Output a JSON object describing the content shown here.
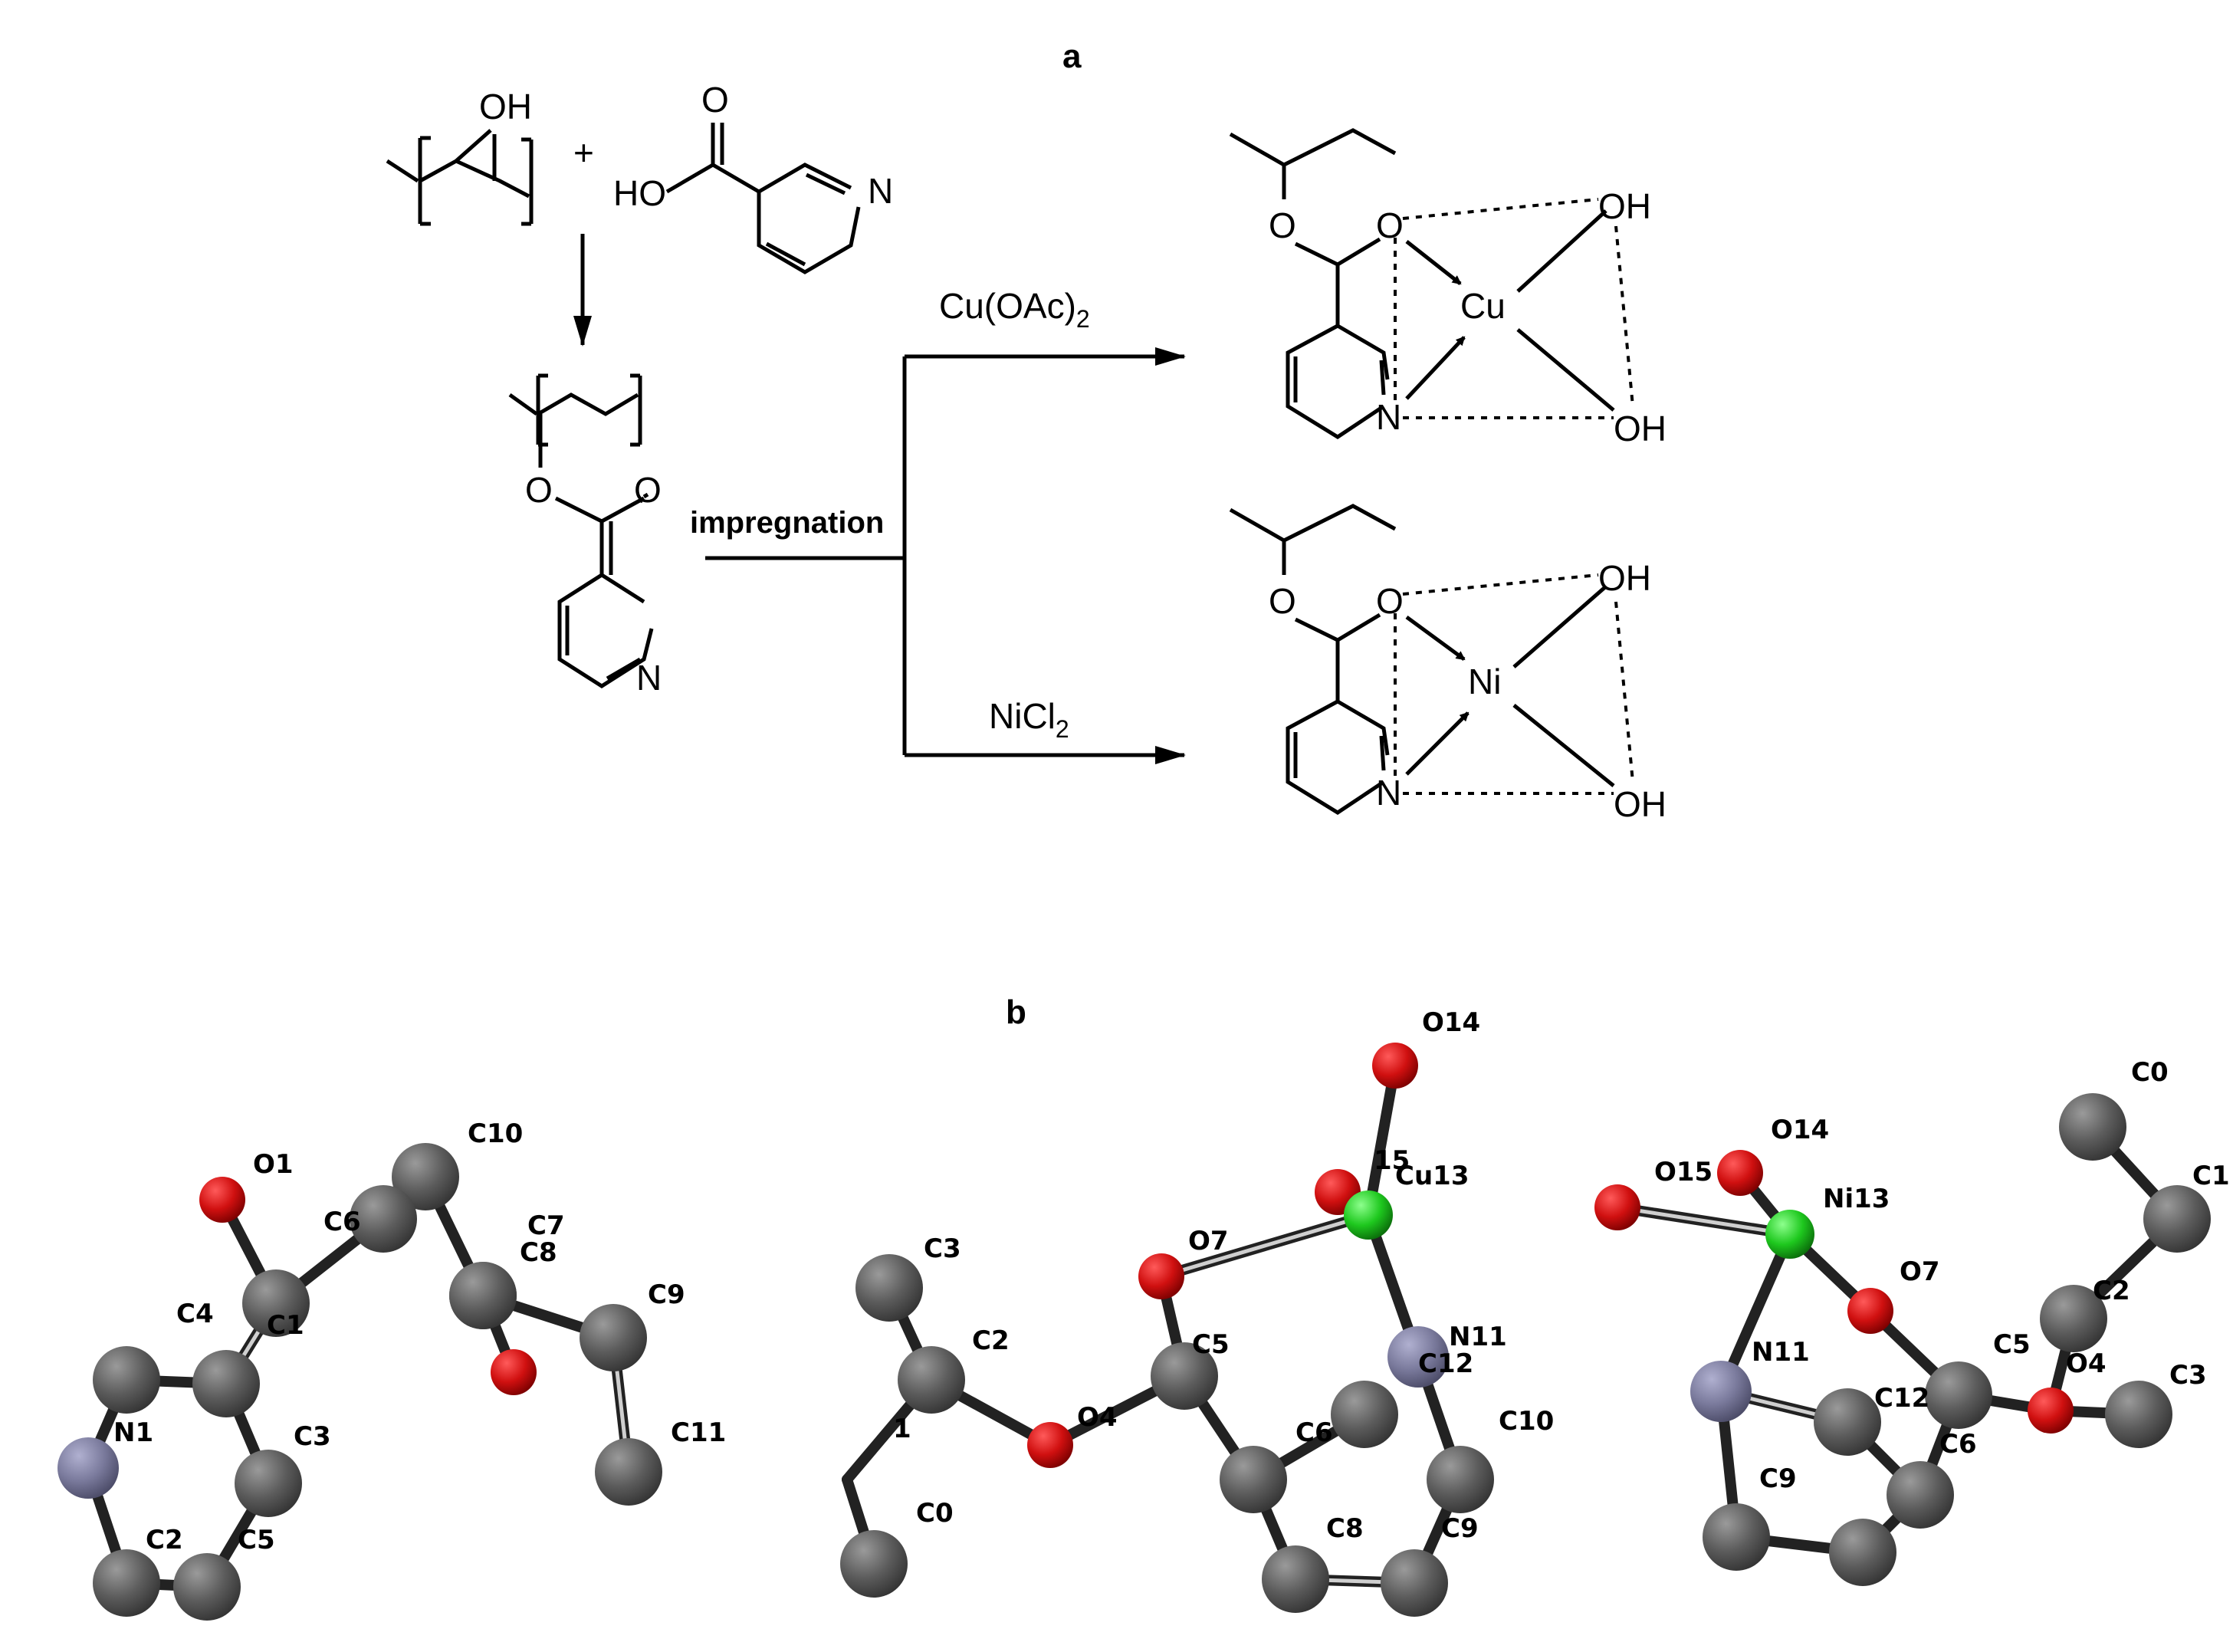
{
  "panel_a": {
    "label": "a",
    "pva_oh": "OH",
    "plus": "+",
    "acid_ho": "HO",
    "acid_o": "O",
    "acid_n": "N",
    "ester_o_link": "O",
    "ester_o_carbonyl": "O",
    "ester_n": "N",
    "impregnation": "impregnation",
    "reagent_cu": "Cu(OAc)2",
    "reagent_cu_main": "Cu(OAc)",
    "reagent_cu_sub": "2",
    "reagent_ni": "NiCl2",
    "reagent_ni_main": "NiCl",
    "reagent_ni_sub": "2",
    "cu_complex": {
      "metal": "Cu",
      "o_link": "O",
      "o_carbonyl": "O",
      "n": "N",
      "oh_top": "OH",
      "oh_bottom": "OH"
    },
    "ni_complex": {
      "metal": "Ni",
      "o_link": "O",
      "o_carbonyl": "O",
      "n": "N",
      "oh_top": "OH",
      "oh_bottom": "OH"
    }
  },
  "panel_b": {
    "label": "b",
    "colors": {
      "carbon": "#5a5a5a",
      "oxygen": "#cc1111",
      "nitrogen": "#7a7a9c",
      "copper": "#22cc22",
      "nickel": "#22cc22"
    },
    "model1": {
      "atoms": [
        {
          "id": "O1",
          "el": "O"
        },
        {
          "id": "C6",
          "el": "C"
        },
        {
          "id": "C10",
          "el": "C"
        },
        {
          "id": "C7",
          "el": "C"
        },
        {
          "id": "C8",
          "el": "C"
        },
        {
          "id": "C9",
          "el": "C"
        },
        {
          "id": "C4",
          "el": "C"
        },
        {
          "id": "C1",
          "el": "C"
        },
        {
          "id": "N1",
          "el": "N"
        },
        {
          "id": "C3",
          "el": "C"
        },
        {
          "id": "C2",
          "el": "C"
        },
        {
          "id": "C5",
          "el": "C"
        },
        {
          "id": "C11",
          "el": "C"
        }
      ]
    },
    "model2": {
      "atoms": [
        {
          "id": "O14",
          "el": "O"
        },
        {
          "id": "Cu13",
          "el": "Cu"
        },
        {
          "id": "O7",
          "el": "O"
        },
        {
          "id": "C3",
          "el": "C"
        },
        {
          "id": "C2",
          "el": "C"
        },
        {
          "id": "C5",
          "el": "C"
        },
        {
          "id": "N11",
          "el": "N"
        },
        {
          "id": "C12",
          "el": "C"
        },
        {
          "id": "C10",
          "el": "C"
        },
        {
          "id": "C0",
          "el": "C"
        },
        {
          "id": "C8",
          "el": "C"
        },
        {
          "id": "C9",
          "el": "C"
        }
      ],
      "partial_labels": [
        "15",
        "O4",
        "1",
        "C6"
      ]
    },
    "model3": {
      "atoms": [
        {
          "id": "O14",
          "el": "O"
        },
        {
          "id": "O15",
          "el": "O"
        },
        {
          "id": "Ni13",
          "el": "Ni"
        },
        {
          "id": "C0",
          "el": "C"
        },
        {
          "id": "O7",
          "el": "O"
        },
        {
          "id": "C5",
          "el": "C"
        },
        {
          "id": "O4",
          "el": "O"
        },
        {
          "id": "C3",
          "el": "C"
        },
        {
          "id": "N11",
          "el": "N"
        },
        {
          "id": "C12",
          "el": "C"
        },
        {
          "id": "C6",
          "el": "C"
        },
        {
          "id": "C9",
          "el": "C"
        },
        {
          "id": "C2",
          "el": "C"
        }
      ],
      "partial_labels": [
        "C1"
      ]
    }
  }
}
